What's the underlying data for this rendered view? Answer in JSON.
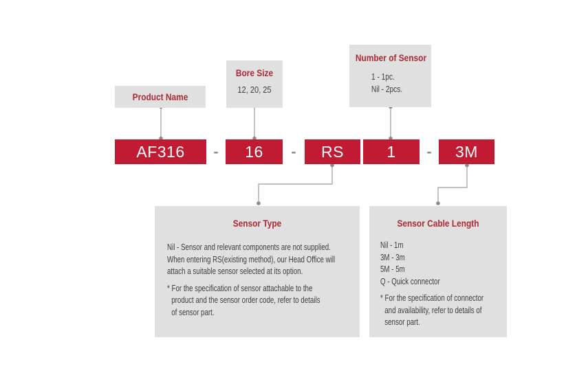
{
  "colors": {
    "accent_red": "#C11A33",
    "title_red": "#AE2936",
    "callout_bg": "#E0E0E0",
    "text_dark": "#3E3E40",
    "line_gray": "#9B9B9B",
    "dot_gray": "#8A8A8A",
    "dash_gray": "#919191",
    "code_text": "#FFFFFF"
  },
  "code": {
    "separator": "-",
    "segments": [
      "AF316",
      "16",
      "RS",
      "1",
      "3M"
    ]
  },
  "callouts": {
    "product_name": {
      "title": "Product Name"
    },
    "bore_size": {
      "title": "Bore Size",
      "values": "12, 20, 25"
    },
    "number_of_sensor": {
      "title": "Number of Sensor",
      "options": [
        "1 - 1pc.",
        "Nil - 2pcs."
      ]
    },
    "sensor_type": {
      "title": "Sensor Type",
      "description_lines": [
        "Nil - Sensor and relevant components are not supplied.",
        "When entering RS(existing method), our Head Office will",
        "attach a suitable sensor selected at its option."
      ],
      "note_lines": [
        "* For the specification of sensor attachable to the",
        "product and the sensor order code, refer to details",
        "of sensor part."
      ]
    },
    "sensor_cable_length": {
      "title": "Sensor Cable Length",
      "options": [
        "Nil - 1m",
        "3M - 3m",
        "5M - 5m",
        "Q - Quick connector"
      ],
      "note_lines": [
        "* For the specification of connector",
        "and availability, refer to details of",
        "sensor part."
      ]
    }
  }
}
